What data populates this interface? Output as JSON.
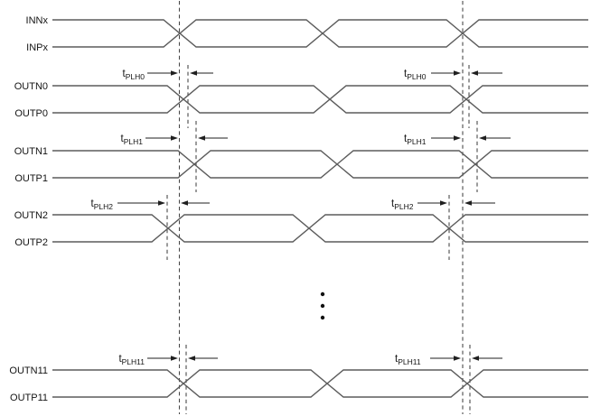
{
  "diagram": {
    "type": "differential-signal-propagation-delay-timing-diagram",
    "signals": [
      {
        "name": "INNx"
      },
      {
        "name": "INPx"
      },
      {
        "name": "OUTN0"
      },
      {
        "name": "OUTP0"
      },
      {
        "name": "OUTN1"
      },
      {
        "name": "OUTP1"
      },
      {
        "name": "OUTN2"
      },
      {
        "name": "OUTP2"
      },
      {
        "name": "OUTN11"
      },
      {
        "name": "OUTP11"
      }
    ],
    "timing_labels": {
      "left": [
        {
          "base": "t",
          "sub": "PLH0"
        },
        {
          "base": "t",
          "sub": "PLH1"
        },
        {
          "base": "t",
          "sub": "PLH2"
        },
        {
          "base": "t",
          "sub": "PLH11"
        }
      ],
      "right": [
        {
          "base": "t",
          "sub": "PLH0"
        },
        {
          "base": "t",
          "sub": "PLH1"
        },
        {
          "base": "t",
          "sub": "PLH2"
        },
        {
          "base": "t",
          "sub": "PLH11"
        }
      ]
    },
    "continuation_dots": 3,
    "colors": {
      "waveform": "#5c5c5c",
      "reference_dash": "#4a4a4a",
      "arrow": "#1f1f1f",
      "text": "#141414",
      "background": "#ffffff"
    }
  }
}
